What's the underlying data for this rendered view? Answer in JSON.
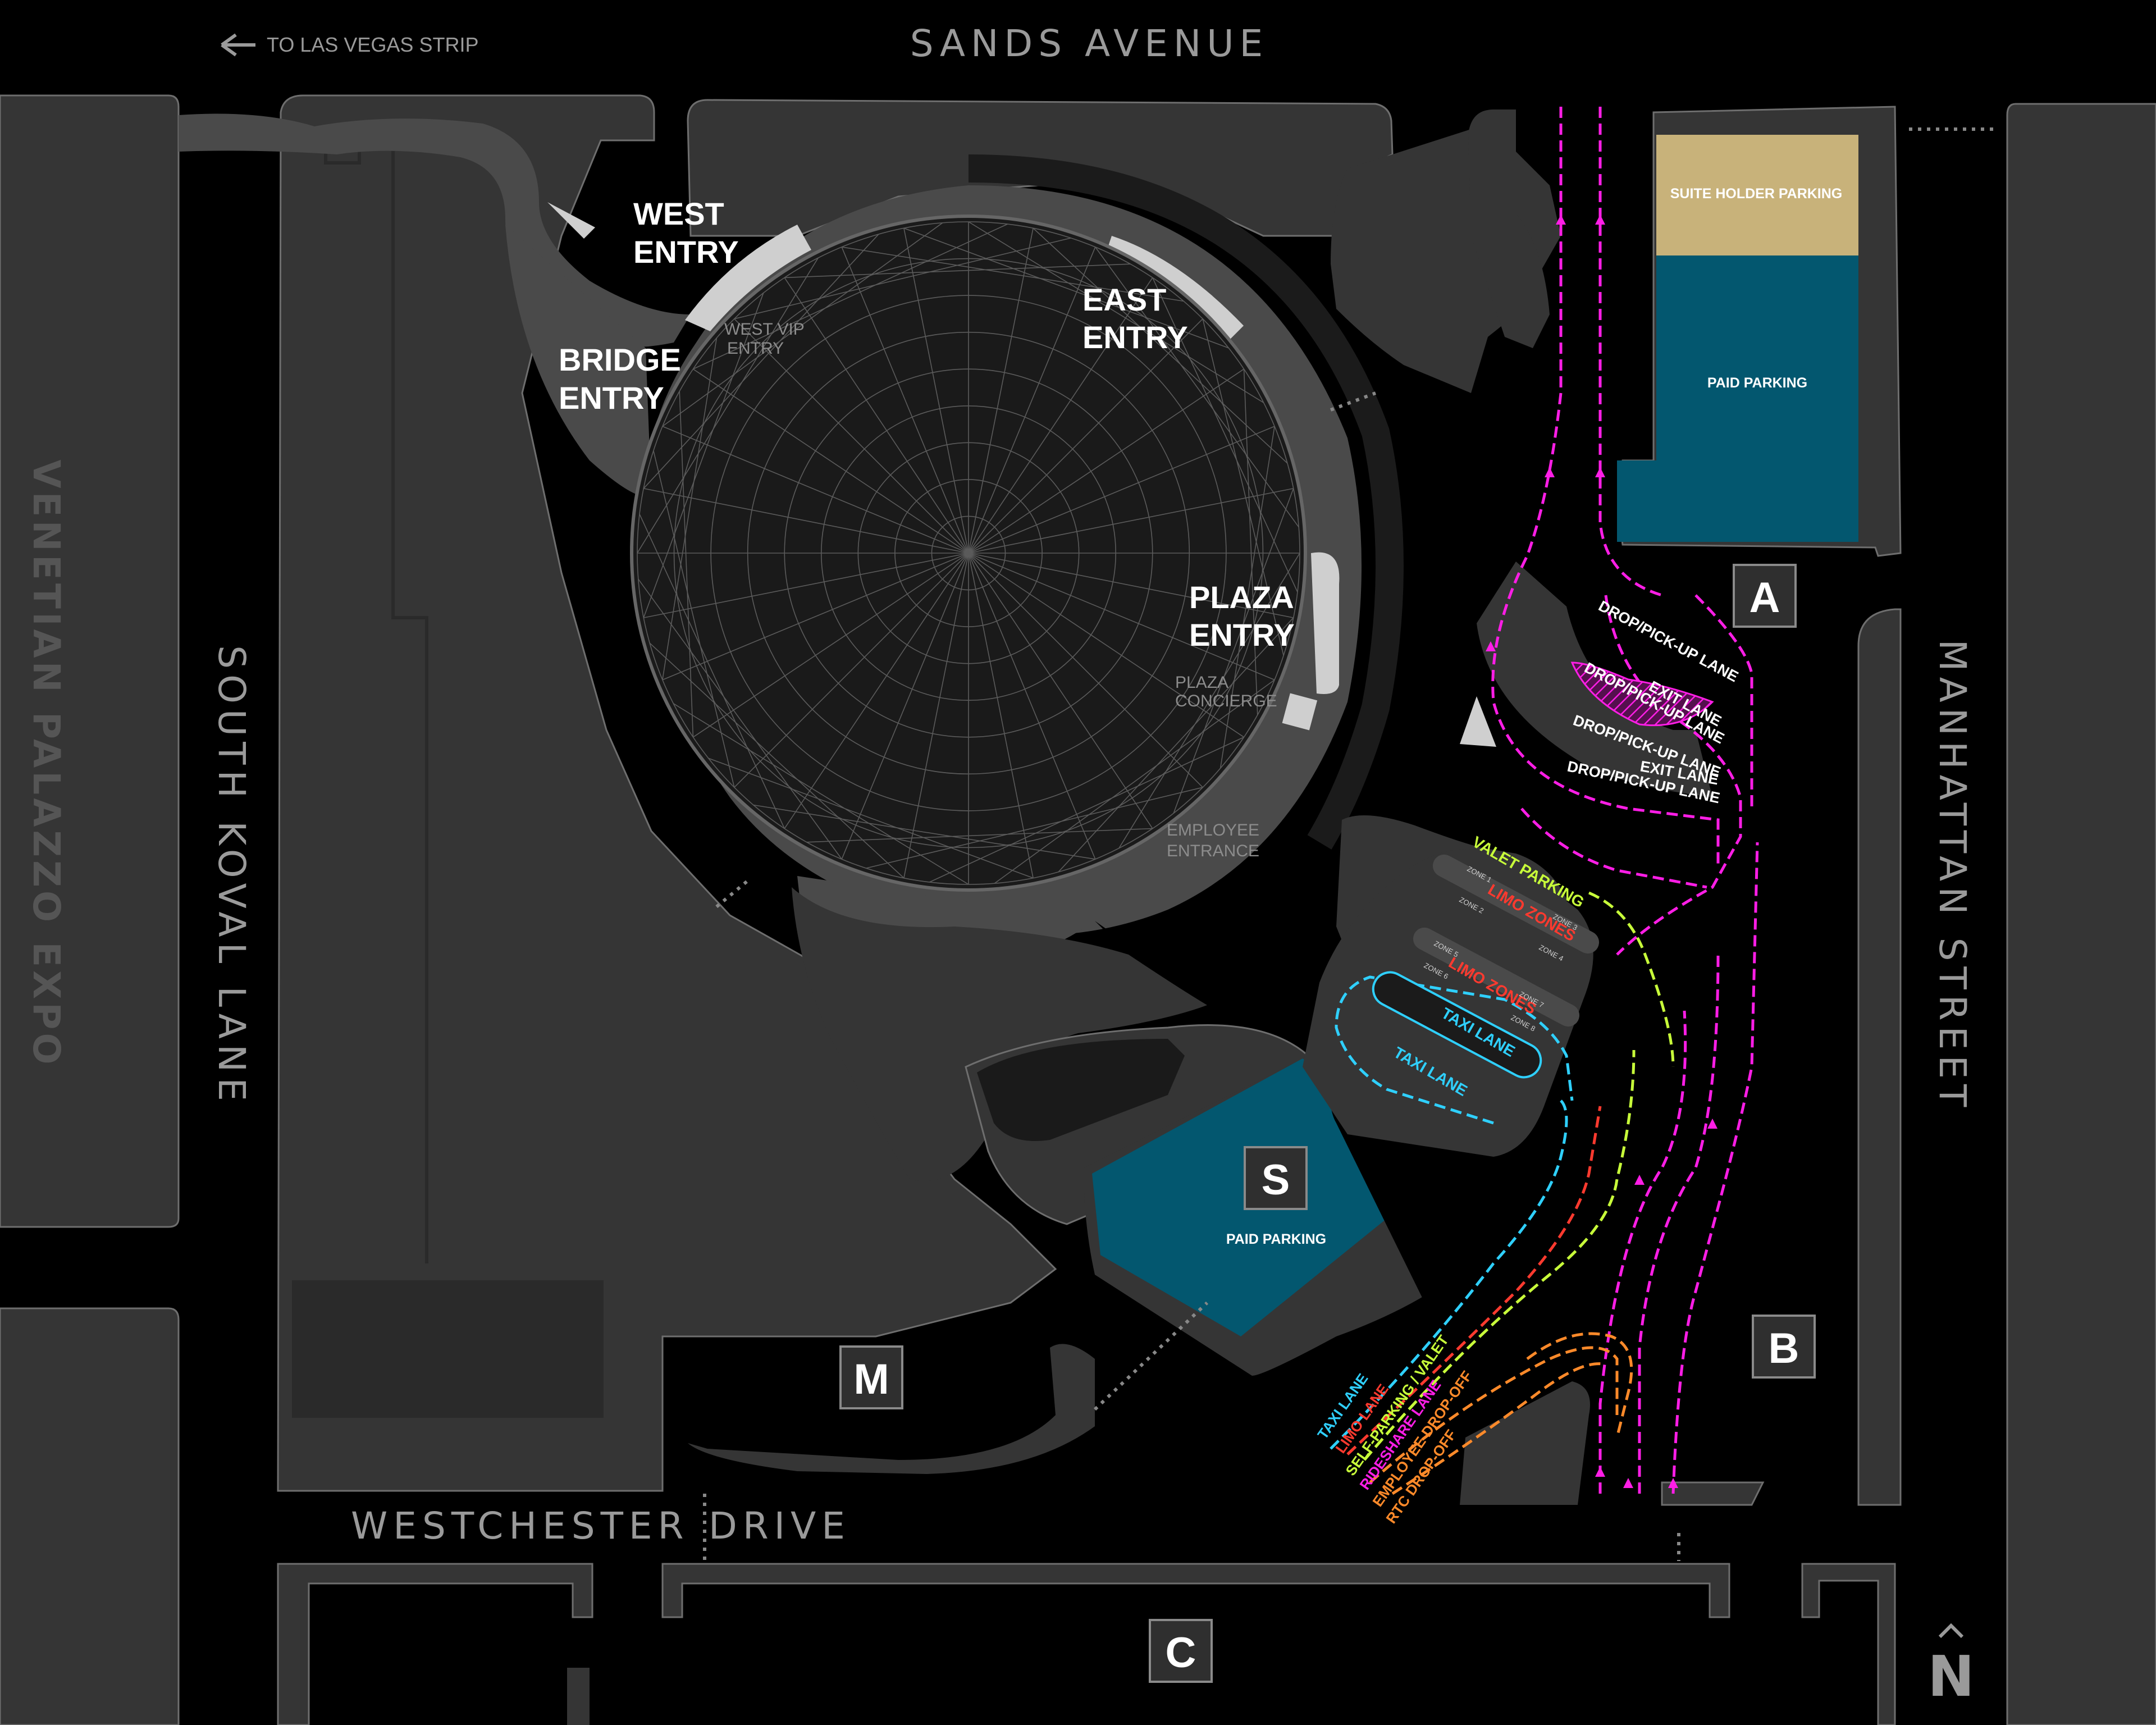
{
  "streets": {
    "top": "SANDS AVENUE",
    "strip_link": "TO LAS VEGAS STRIP",
    "left_vertical": "SOUTH KOVAL LANE",
    "far_left_vertical": "VENETIAN PALAZZO EXPO",
    "right_vertical": "MANHATTAN STREET",
    "bottom_left": "WESTCHESTER",
    "bottom_right": "DRIVE"
  },
  "entries": {
    "west_1": "WEST",
    "west_2": "ENTRY",
    "east_1": "EAST",
    "east_2": "ENTRY",
    "bridge_1": "BRIDGE",
    "bridge_2": "ENTRY",
    "plaza_1": "PLAZA",
    "plaza_2": "ENTRY"
  },
  "sub_labels": {
    "west_vip_1": "WEST VIP",
    "west_vip_2": "ENTRY",
    "plaza_concierge_1": "PLAZA",
    "plaza_concierge_2": "CONCIERGE",
    "employee_1": "EMPLOYEE",
    "employee_2": "ENTRANCE"
  },
  "lots": {
    "suite_holder": "SUITE HOLDER PARKING",
    "paid_a": "PAID PARKING",
    "paid_s": "PAID PARKING"
  },
  "badges": {
    "a": "A",
    "b": "B",
    "c": "C",
    "m": "M",
    "s": "S"
  },
  "lanes": {
    "drop_1": "DROP/PICK-UP LANE",
    "exit_1": "EXIT LANE",
    "drop_2": "DROP/PICK-UP LANE",
    "drop_3": "DROP/PICK-UP LANE",
    "exit_2": "EXIT LANE",
    "drop_4": "DROP/PICK-UP LANE",
    "valet": "VALET PARKING",
    "limo_1": "LIMO ZONES",
    "limo_2": "LIMO ZONES",
    "taxi_1": "TAXI LANE",
    "taxi_2": "TAXI LANE",
    "legend_taxi": "TAXI LANE",
    "legend_limo": "LIMO LANE",
    "legend_self": "SELF-PARKING / VALET",
    "legend_rideshare": "RIDESHARE LANE",
    "legend_employee": "EMPLOYEE DROP-OFF",
    "legend_rtc": "RTC DROP-OFF"
  },
  "zones": {
    "z1": "ZONE 1",
    "z2": "ZONE 2",
    "z3": "ZONE 3",
    "z4": "ZONE 4",
    "z5": "ZONE 5",
    "z6": "ZONE 6",
    "z7": "ZONE 7",
    "z8": "ZONE 8"
  },
  "compass": "N",
  "colors": {
    "background": "#000000",
    "block": "#353535",
    "road": "#1b1b1b",
    "plaza": "#4a4a4a",
    "paid_parking": "#03576f",
    "suite_parking": "#c8b27a",
    "rideshare": "#ff1ee6",
    "taxi": "#2fd0ff",
    "limo": "#ff3a2f",
    "self_valet": "#c8ff3a",
    "employee": "#ff8a2a"
  }
}
